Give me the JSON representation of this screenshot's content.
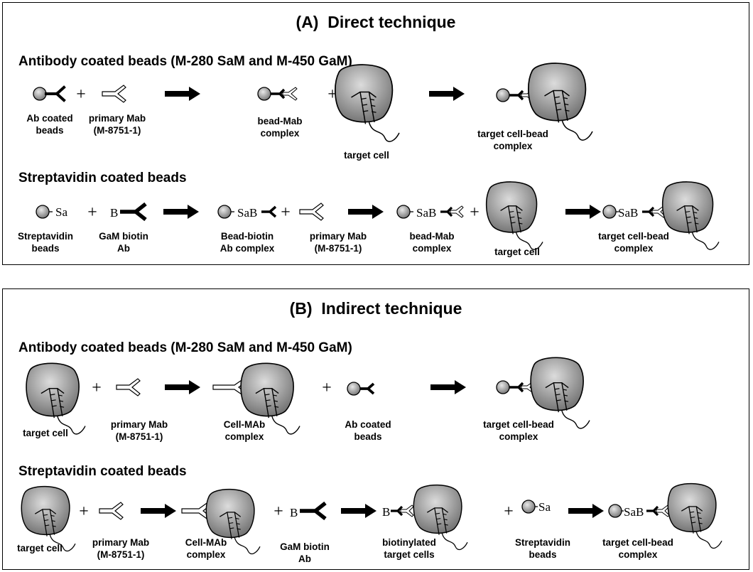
{
  "panelA": {
    "title_letter": "(A)",
    "title_text": "Direct technique",
    "row1": {
      "heading": "Antibody coated beads (M-280 SaM and M-450 GaM)",
      "labels": [
        "Ab coated\nbeads",
        "primary Mab\n(M-8751-1)",
        "bead-Mab\ncomplex",
        "target cell",
        "target cell-bead\ncomplex"
      ]
    },
    "row2": {
      "heading": "Streptavidin coated beads",
      "labels": [
        "Streptavidin\nbeads",
        "GaM biotin\nAb",
        "Bead-biotin\nAb complex",
        "primary Mab\n(M-8751-1)",
        "bead-Mab\ncomplex",
        "target cell",
        "target cell-bead\ncomplex"
      ]
    }
  },
  "panelB": {
    "title_letter": "(B)",
    "title_text": "Indirect technique",
    "row1": {
      "heading": "Antibody coated beads (M-280 SaM and M-450 GaM)",
      "labels": [
        "target cell",
        "primary Mab\n(M-8751-1)",
        "Cell-MAb\ncomplex",
        "Ab coated\nbeads",
        "target cell-bead\ncomplex"
      ]
    },
    "row2": {
      "heading": "Streptavidin coated beads",
      "labels": [
        "target cell",
        "primary Mab\n(M-8751-1)",
        "Cell-MAb\ncomplex",
        "GaM biotin\nAb",
        "biotinylated\ntarget cells",
        "Streptavidin\nbeads",
        "target cell-bead\ncomplex"
      ]
    }
  },
  "symbols": {
    "plus": "+",
    "sa": "Sa",
    "b": "B",
    "sab": "SaB"
  }
}
